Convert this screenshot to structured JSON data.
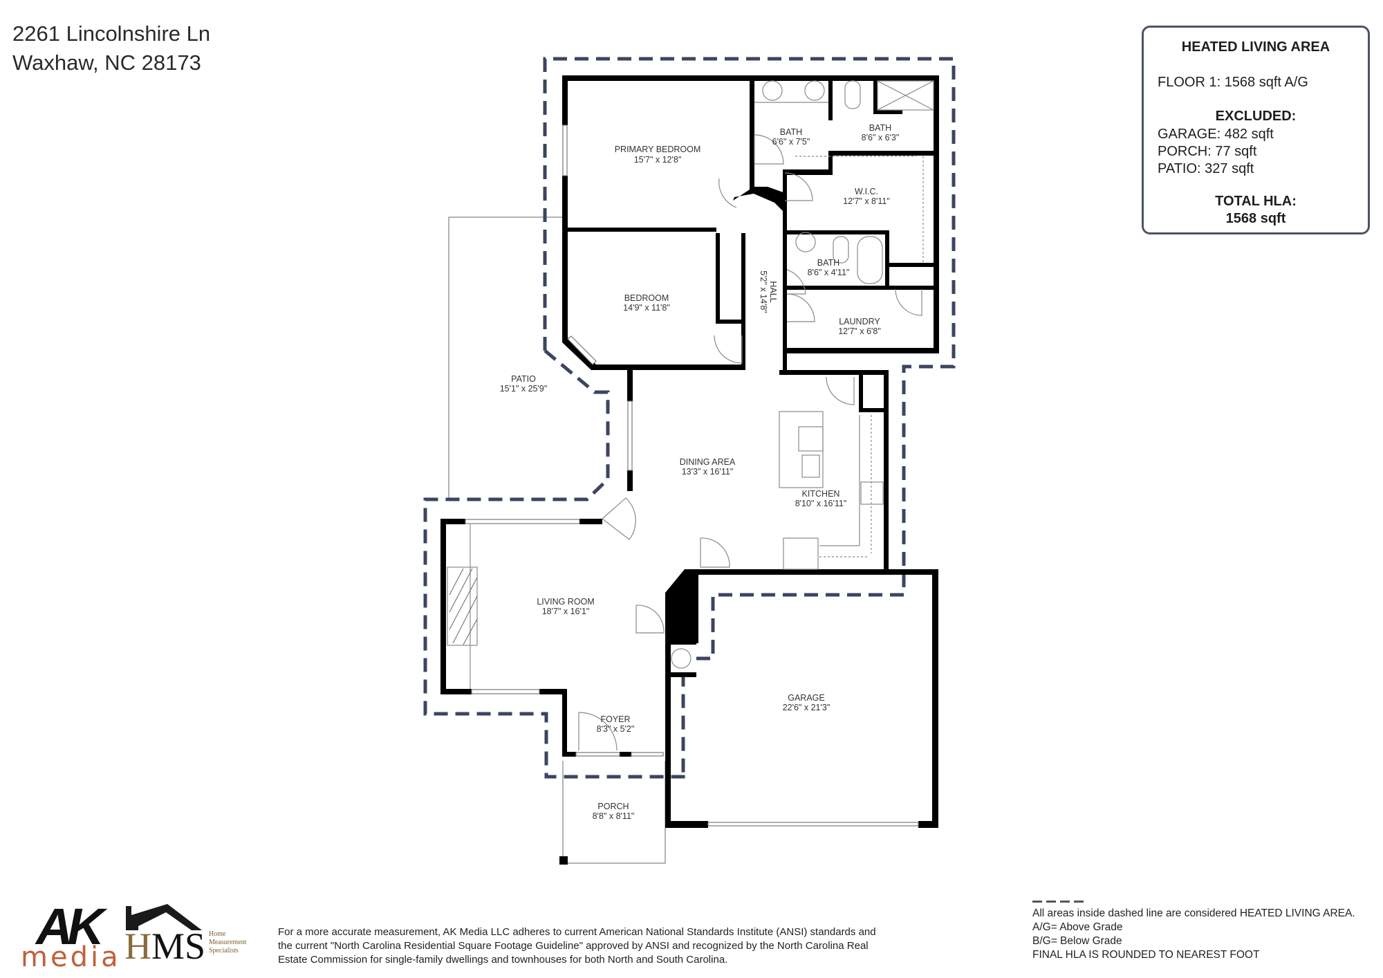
{
  "header": {
    "address_line1": "2261 Lincolnshire Ln",
    "address_line2": "Waxhaw, NC  28173"
  },
  "info_box": {
    "title": "HEATED LIVING AREA",
    "floor": "FLOOR 1: 1568 sqft  A/G",
    "excluded_title": "EXCLUDED:",
    "excluded": [
      "GARAGE: 482 sqft",
      "PORCH: 77 sqft",
      "PATIO: 327 sqft"
    ],
    "total_title": "TOTAL HLA:",
    "total_value": "1568 sqft",
    "border_color": "#4a5366"
  },
  "rooms": {
    "primary_bedroom": {
      "name": "PRIMARY BEDROOM",
      "dims": "15'7\" x 12'8\""
    },
    "bath_1": {
      "name": "BATH",
      "dims": "6'6\" x 7'5\""
    },
    "bath_2": {
      "name": "BATH",
      "dims": "8'6\" x 6'3\""
    },
    "wic": {
      "name": "W.I.C.",
      "dims": "12'7\" x 8'11\""
    },
    "bath_3": {
      "name": "BATH",
      "dims": "8'6\" x 4'11\""
    },
    "bedroom": {
      "name": "BEDROOM",
      "dims": "14'9\" x 11'8\""
    },
    "hall": {
      "name": "HALL",
      "dims": "5'2\" x 14'8\""
    },
    "laundry": {
      "name": "LAUNDRY",
      "dims": "12'7\" x 6'8\""
    },
    "patio": {
      "name": "PATIO",
      "dims": "15'1\" x 25'9\""
    },
    "dining": {
      "name": "DINING AREA",
      "dims": "13'3\" x 16'11\""
    },
    "kitchen": {
      "name": "KITCHEN",
      "dims": "8'10\" x 16'11\""
    },
    "living": {
      "name": "LIVING ROOM",
      "dims": "18'7\" x 16'1\""
    },
    "foyer": {
      "name": "FOYER",
      "dims": "8'3\" x 5'2\""
    },
    "garage": {
      "name": "GARAGE",
      "dims": "22'6\" x 21'3\""
    },
    "porch": {
      "name": "PORCH",
      "dims": "8'8\" x 8'11\""
    }
  },
  "colors": {
    "wall": "#000000",
    "heated_outline": "#3b4560",
    "fixture_line": "#8a8a8a"
  },
  "logos": {
    "ak_top": "AK",
    "ak_bottom": "media",
    "hms_main_h": "H",
    "hms_main_rest": "MS",
    "hms_sub": [
      "Home",
      "Measurement",
      "Specialists"
    ]
  },
  "footer": {
    "disclaimer_lines": [
      "For a more accurate measurement, AK Media LLC adheres to current American National Standards Institute (ANSI) standards and",
      "the current \"North Carolina Residential Square Footage Guideline\" approved by ANSI and recognized by the North Carolina Real",
      "Estate Commission for single-family dwellings and townhouses for both North and South Carolina."
    ],
    "legend_lines": [
      "All areas inside dashed line are considered HEATED LIVING AREA.",
      "A/G= Above Grade",
      "B/G= Below Grade",
      "FINAL HLA IS ROUNDED TO NEAREST FOOT"
    ]
  }
}
